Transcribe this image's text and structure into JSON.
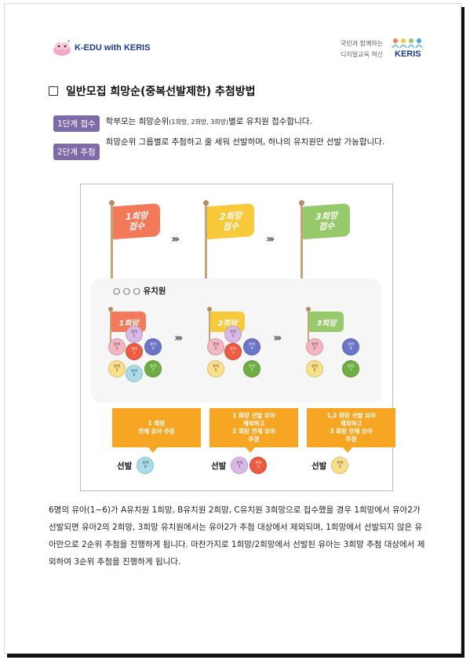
{
  "header": {
    "kedu_logo_text": "K-EDU with KERIS",
    "keris_tagline_1": "국민과 함께하는",
    "keris_tagline_2": "디지털교육 혁신",
    "keris_logo_text": "KERIS"
  },
  "title": "일반모집 희망순(중복선발제한) 추첨방법",
  "steps": [
    {
      "badge": "1단계 접수",
      "text_a": "학부모는 희망순위",
      "text_small": "(1희망, 2희망, 3희망)",
      "text_b": "별로 유치원 접수합니다."
    },
    {
      "badge": "2단계 추첨",
      "text": "희망순위 그룹별로 추첨하고 줄 세워 선발하며, 하나의 유치원만 선발 가능합니다."
    }
  ],
  "figure": {
    "big_flags": [
      {
        "line1": "1희망",
        "line2": "접수",
        "color": "#f2795a"
      },
      {
        "line1": "2희망",
        "line2": "접수",
        "color": "#f8c93a"
      },
      {
        "line1": "3희망",
        "line2": "접수",
        "color": "#95c96a"
      }
    ],
    "arrow_glyph": "›››",
    "kindergarten_label": "○ ○ ○ 유치원",
    "small_flags": [
      {
        "label": "1희망",
        "color": "#f2795a"
      },
      {
        "label": "2희망",
        "color": "#f8c93a"
      },
      {
        "label": "3희망",
        "color": "#95c96a"
      }
    ],
    "ball_word": "유아",
    "group1_balls": [
      {
        "num": "1",
        "color": "#d9b8e6"
      },
      {
        "num": "2",
        "color": "#f4b6c0"
      },
      {
        "num": "3",
        "color": "#ee5a42"
      },
      {
        "num": "4",
        "color": "#6b76c8"
      },
      {
        "num": "5",
        "color": "#fbe08a"
      },
      {
        "num": "6",
        "color": "#a7dce8"
      },
      {
        "num": "7",
        "color": "#6fae43"
      }
    ],
    "group2_balls": [
      {
        "num": "1",
        "color": "#d9b8e6"
      },
      {
        "num": "2",
        "color": "#f4b6c0"
      },
      {
        "num": "3",
        "color": "#ee5a42"
      },
      {
        "num": "4",
        "color": "#6b76c8"
      },
      {
        "num": "5",
        "color": "#fbe08a"
      },
      {
        "num": "7",
        "color": "#6fae43"
      }
    ],
    "group3_balls": [
      {
        "num": "2",
        "color": "#f4b6c0"
      },
      {
        "num": "4",
        "color": "#6b76c8"
      },
      {
        "num": "5",
        "color": "#fbe08a"
      },
      {
        "num": "7",
        "color": "#6fae43"
      }
    ],
    "notes": [
      "1 희망\n전체 유아 추첨",
      "1 희망 선발 유아\n제외하고\n2 희망 전체 유아\n추첨",
      "1,2 희망 선발 유아\n제외하고\n3 희망 전체 유아\n추첨"
    ],
    "select_label": "선발",
    "selected": [
      [
        {
          "num": "6",
          "color": "#a7dce8"
        }
      ],
      [
        {
          "num": "1",
          "color": "#d9b8e6"
        },
        {
          "num": "3",
          "color": "#ee5a42"
        }
      ],
      [
        {
          "num": "5",
          "color": "#fbe08a"
        }
      ]
    ]
  },
  "paragraph": "6명의 유아(1~6)가 A유치원 1희망, B유치원 2희망, C유치원 3희망으로 접수했을 경우 1희망에서 유아2가 선발되면 유아2의 2희망, 3희망 유치원에서는 유아2가 추첨 대상에서 제외되며, 1희망에서 선발되지 않은 유아만으로 2순위 추첨을 진행하게 됩니다. 마찬가지로 1희망/2희망에서 선발된 유아는 3희망 추첨 대상에서 제외하여 3순위 추첨을 진행하게 됩니다.",
  "colors": {
    "badge": "#7d6aa8",
    "note": "#f6a623",
    "brand": "#1b3a8c"
  }
}
